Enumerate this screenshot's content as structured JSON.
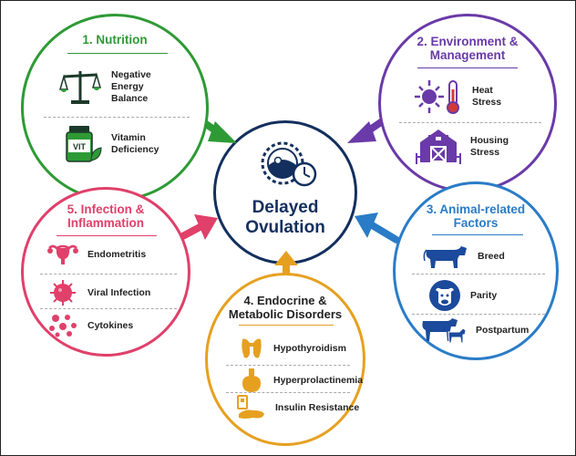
{
  "center": {
    "title": "Delayed\nOvulation"
  },
  "nutrition": {
    "title": "1. Nutrition",
    "color": "#2e9a35",
    "items": [
      {
        "label": "Negative\nEnergy\nBalance",
        "icon": "balance-scale-icon"
      },
      {
        "label": "Vitamin\nDeficiency",
        "icon": "vitamin-bottle-icon",
        "badge": "VIT"
      }
    ]
  },
  "environment": {
    "title": "2. Environment &\nManagement",
    "color": "#6a3aa8",
    "items": [
      {
        "label": "Heat\nStress",
        "icon": "sun-thermometer-icon"
      },
      {
        "label": "Housing\nStress",
        "icon": "barn-icon"
      }
    ]
  },
  "animal": {
    "title": "3. Animal-related\nFactors",
    "color": "#2a7cc7",
    "items": [
      {
        "label": "Breed",
        "icon": "cow-icon"
      },
      {
        "label": "Parity",
        "icon": "cow-face-icon"
      },
      {
        "label": "Postpartum",
        "icon": "cow-calf-icon"
      }
    ]
  },
  "endocrine": {
    "title": "4. Endocrine &\nMetabolic Disorders",
    "color": "#e6a020",
    "items": [
      {
        "label": "Hypothyroidism",
        "icon": "thyroid-icon"
      },
      {
        "label": "Hyperprolactinemia",
        "icon": "pituitary-icon"
      },
      {
        "label": "Insulin Resistance",
        "icon": "pancreas-icon"
      }
    ]
  },
  "infection": {
    "title": "5. Infection &\nInflammation",
    "color": "#e0406a",
    "items": [
      {
        "label": "Endometritis",
        "icon": "uterus-icon"
      },
      {
        "label": "Viral Infection",
        "icon": "virus-icon"
      },
      {
        "label": "Cytokines",
        "icon": "cytokine-dots-icon"
      }
    ]
  }
}
